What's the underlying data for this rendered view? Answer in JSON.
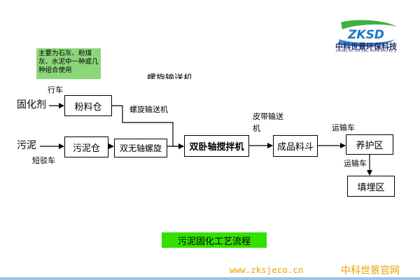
{
  "note": "主要为石灰、粉煤灰、水泥中一种或几种组合使用",
  "partial_text": "螺旋输送机",
  "inputs": {
    "solidifier": "固化剂",
    "sludge": "污泥"
  },
  "transport": {
    "truck": "行车",
    "short_truck": "短驳车",
    "screw_conveyor": "螺旋输送机",
    "belt_conveyor": "皮带输送机",
    "transport_truck_1": "运输车",
    "transport_truck_2": "运输车"
  },
  "nodes": {
    "powder_silo": "粉料仓",
    "sludge_silo": "污泥仓",
    "twin_shaftless_screw": "双无轴螺旋",
    "twin_shaft_mixer": "双卧轴搅拌机",
    "finished_hopper": "成品料斗",
    "curing_area": "养护区",
    "landfill_area": "填埋区"
  },
  "title": "污泥固化工艺流程",
  "footer": {
    "website": "www.zksjeco.cn",
    "brand": "中科世景官网"
  },
  "logo": {
    "mark": "ZKSD",
    "name_cn": "中科世景环保科技",
    "name_py": "ZHONG KE SHI JING HUAN BAO KE JI"
  },
  "colors": {
    "note_bg": "#8cd67a",
    "title_bg": "#33e000",
    "footer_text": "#e8a300",
    "logo_blue": "#1f76c8",
    "logo_green": "#3fb13f"
  }
}
